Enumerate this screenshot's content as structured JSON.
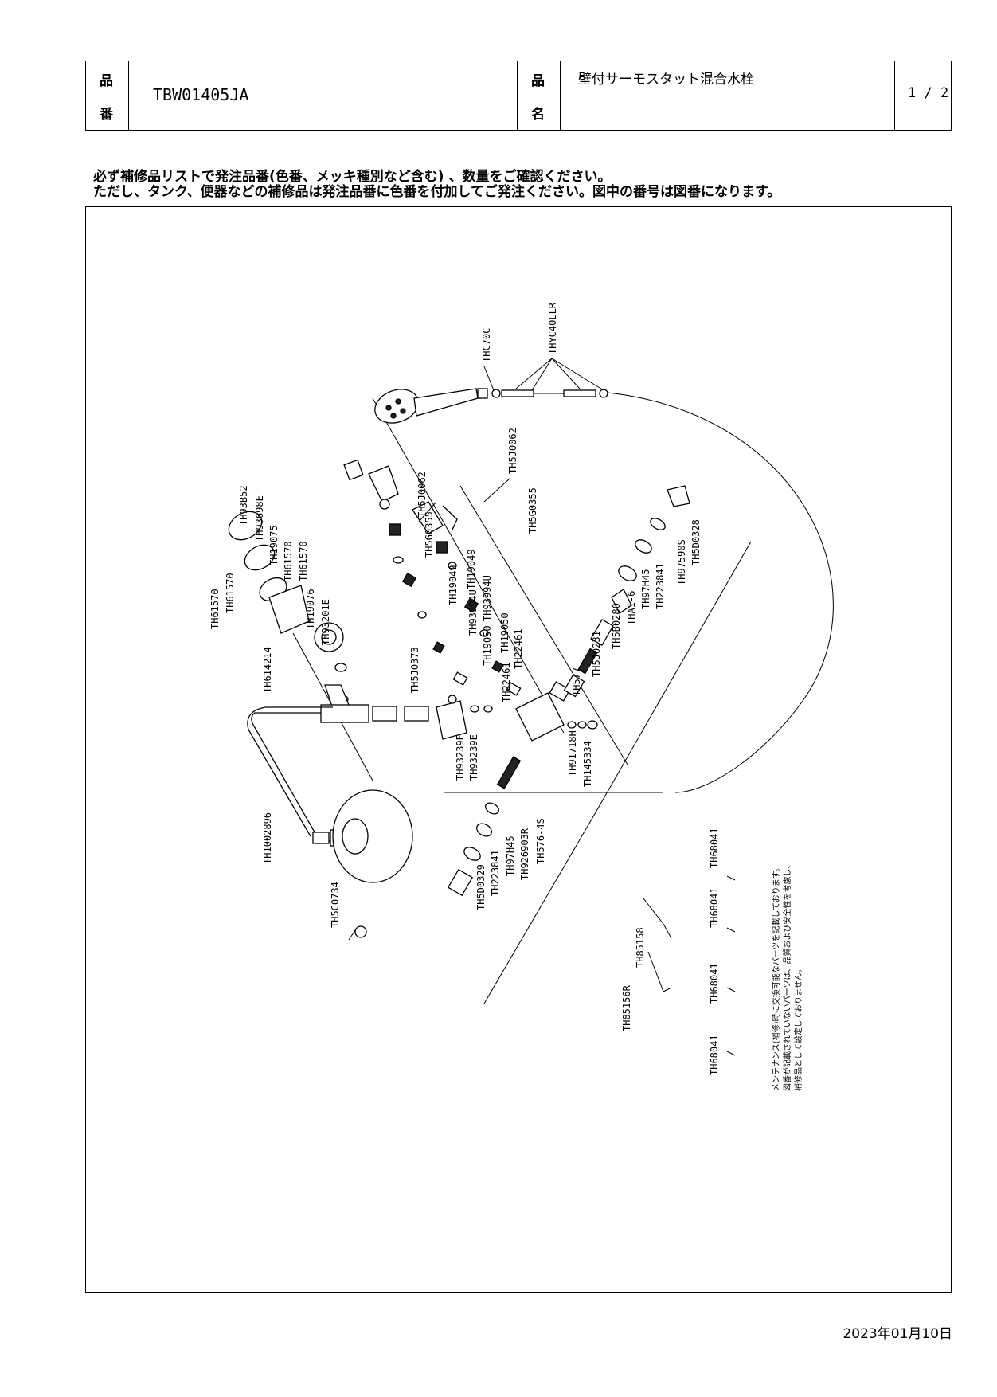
{
  "header": {
    "part_no_label": "品番",
    "part_no_label_top": "品",
    "part_no_label_bottom": "番",
    "part_no": "TBW01405JA",
    "product_name_label_top": "品",
    "product_name_label_bottom": "名",
    "product_name": "壁付サーモスタット混合水栓",
    "page": "1 / 2"
  },
  "notice": {
    "line1": "必ず補修品リストで発注品番(色番、メッキ種別など含む) 、数量をご確認ください。",
    "line2": "ただし、タンク、便器などの補修品は発注品番に色番を付加してご発注ください。図中の番号は図番になります。"
  },
  "maintenance_note": {
    "line1": "メンテナンス(補修)時に交換可能なパーツを記載しております。",
    "line2": "図番が記載されていないパーツは、品質および安全性を考慮し、",
    "line3": "補修品として設定しておりません。"
  },
  "parts": [
    "THC70C",
    "THYC40LLR",
    "TH5J0062",
    "TH5J0062",
    "TH5G0355",
    "TH5G0355",
    "TH19049",
    "TH19049",
    "TH93994U",
    "TH93994U",
    "TH19050",
    "TH19050",
    "TH22461",
    "TH22461",
    "TH93B52",
    "TH93698E",
    "TH19075",
    "TH61570",
    "TH61570",
    "TH61570",
    "TH61570",
    "TH19076",
    "TH93201E",
    "TH614214",
    "TH5J0373",
    "TH93239E",
    "TH93239E",
    "TH91718H",
    "TH145334",
    "TH5D0328",
    "TH97590S",
    "TH223841",
    "TH97H45",
    "THA1-6",
    "TH5B0280",
    "TH5J0231",
    "TH577",
    "TH576-4S",
    "TH926903R",
    "TH97H45",
    "TH223841",
    "TH5D0329",
    "TH1002896",
    "TH5C0734",
    "TH68041",
    "TH68041",
    "TH68041",
    "TH68041",
    "TH85156R",
    "TH85158"
  ],
  "date": "2023年01月10日"
}
